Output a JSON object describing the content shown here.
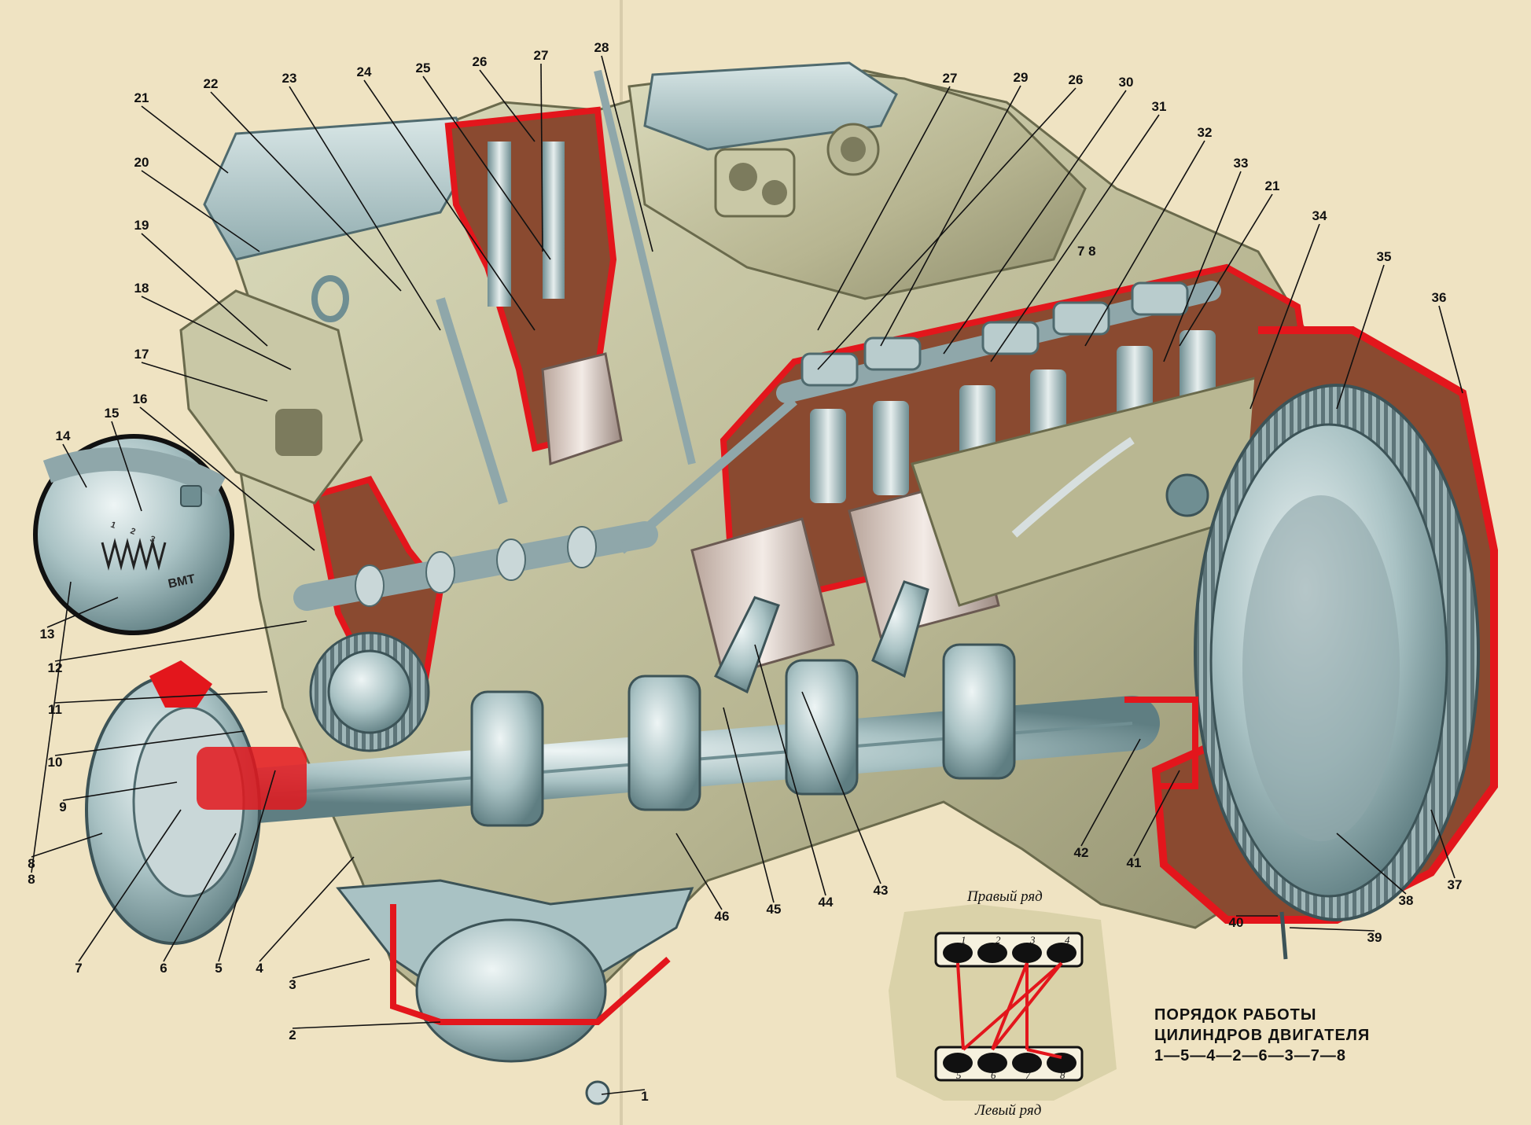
{
  "diagram": {
    "callouts": [
      {
        "id": "c1",
        "label": "1"
      },
      {
        "id": "c2",
        "label": "2"
      },
      {
        "id": "c3",
        "label": "3"
      },
      {
        "id": "c4",
        "label": "4"
      },
      {
        "id": "c5",
        "label": "5"
      },
      {
        "id": "c6",
        "label": "6"
      },
      {
        "id": "c7",
        "label": "7"
      },
      {
        "id": "c8a",
        "label": "8"
      },
      {
        "id": "c8b",
        "label": "8"
      },
      {
        "id": "c9",
        "label": "9"
      },
      {
        "id": "c10",
        "label": "10"
      },
      {
        "id": "c11",
        "label": "11"
      },
      {
        "id": "c12",
        "label": "12"
      },
      {
        "id": "c13",
        "label": "13"
      },
      {
        "id": "c14",
        "label": "14"
      },
      {
        "id": "c15",
        "label": "15"
      },
      {
        "id": "c16",
        "label": "16"
      },
      {
        "id": "c17",
        "label": "17"
      },
      {
        "id": "c18",
        "label": "18"
      },
      {
        "id": "c19",
        "label": "19"
      },
      {
        "id": "c20",
        "label": "20"
      },
      {
        "id": "c21a",
        "label": "21"
      },
      {
        "id": "c21b",
        "label": "21"
      },
      {
        "id": "c22",
        "label": "22"
      },
      {
        "id": "c23",
        "label": "23"
      },
      {
        "id": "c24",
        "label": "24"
      },
      {
        "id": "c25",
        "label": "25"
      },
      {
        "id": "c26a",
        "label": "26"
      },
      {
        "id": "c26b",
        "label": "26"
      },
      {
        "id": "c27a",
        "label": "27"
      },
      {
        "id": "c27b",
        "label": "27"
      },
      {
        "id": "c28",
        "label": "28"
      },
      {
        "id": "c29",
        "label": "29"
      },
      {
        "id": "c30",
        "label": "30"
      },
      {
        "id": "c31",
        "label": "31"
      },
      {
        "id": "c32",
        "label": "32"
      },
      {
        "id": "c33",
        "label": "33"
      },
      {
        "id": "c34",
        "label": "34"
      },
      {
        "id": "c35",
        "label": "35"
      },
      {
        "id": "c36",
        "label": "36"
      },
      {
        "id": "c37",
        "label": "37"
      },
      {
        "id": "c38",
        "label": "38"
      },
      {
        "id": "c39",
        "label": "39"
      },
      {
        "id": "c40",
        "label": "40"
      },
      {
        "id": "c41",
        "label": "41"
      },
      {
        "id": "c42",
        "label": "42"
      },
      {
        "id": "c43",
        "label": "43"
      },
      {
        "id": "c44",
        "label": "44"
      },
      {
        "id": "c45",
        "label": "45"
      },
      {
        "id": "c46",
        "label": "46"
      }
    ],
    "inset": {
      "timing_mark": "ВМТ"
    },
    "block_numbers": "7 8"
  },
  "firing_order": {
    "right_row_label": "Правый ряд",
    "left_row_label": "Левый ряд",
    "right_cylinders": [
      "1",
      "2",
      "3",
      "4"
    ],
    "left_cylinders": [
      "5",
      "6",
      "7",
      "8"
    ],
    "title_line1": "ПОРЯДОК РАБОТЫ",
    "title_line2": "ЦИЛИНДРОВ ДВИГАТЕЛЯ",
    "sequence": "1—5—4—2—6—3—7—8"
  },
  "colors": {
    "paper": "#efe3c2",
    "metal": "#a9c2c4",
    "metal_dark": "#6f8e92",
    "block_olive": "#b7b591",
    "cut_red": "#e3161c",
    "cut_brown": "#8a4a30"
  }
}
